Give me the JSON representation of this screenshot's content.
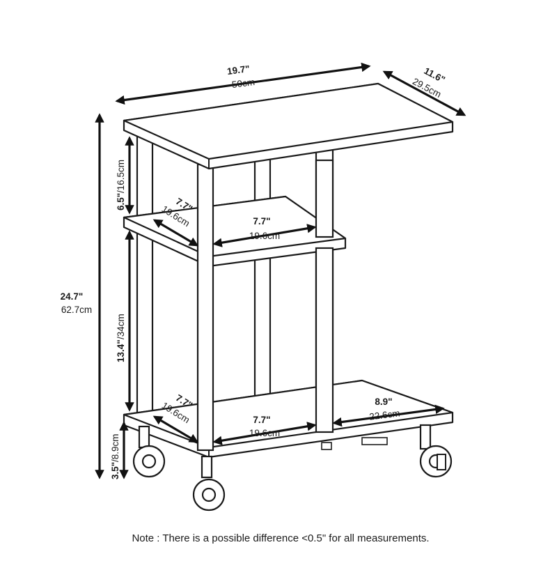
{
  "dimensions": {
    "top_width": {
      "in": "19.7\"",
      "cm": "50cm"
    },
    "top_depth": {
      "in": "11.6\"",
      "cm": "29.5cm"
    },
    "top_gap": {
      "in": "6.5\"",
      "cm": "/16.5cm"
    },
    "total_height": {
      "in": "24.7\"",
      "cm": "62.7cm"
    },
    "mid_gap": {
      "in": "13.4\"",
      "cm": "/34cm"
    },
    "base_height": {
      "in": "3.5\"",
      "cm": "/8.9cm"
    },
    "mid_shelf_depth": {
      "in": "7.7\"",
      "cm": "19.6cm"
    },
    "mid_shelf_width": {
      "in": "7.7\"",
      "cm": "19.6cm"
    },
    "low_shelf_depth": {
      "in": "7.7\"",
      "cm": "19.6cm"
    },
    "low_shelf_width": {
      "in": "7.7\"",
      "cm": "19.6cm"
    },
    "low_shelf_side": {
      "in": "8.9\"",
      "cm": "22.6cm"
    }
  },
  "note": "Note : There is a possible difference <0.5\" for all measurements."
}
